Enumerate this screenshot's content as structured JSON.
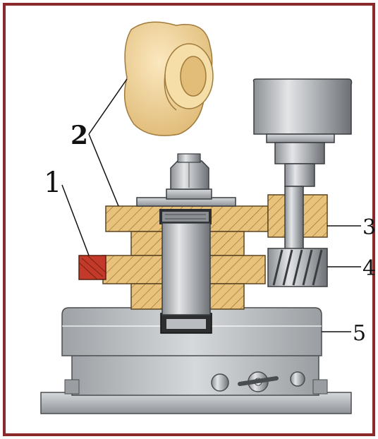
{
  "labels": {
    "l1": "1",
    "l2": "2",
    "l3": "3",
    "l4": "4",
    "l5": "5"
  },
  "colors": {
    "frame_border": "#8a2a2a",
    "wood": "#e8c27a",
    "wood_hatch": "#8a6a35",
    "steel_dark": "#6f7377",
    "steel_mid": "#a9adb1",
    "steel_light": "#d9dcdf",
    "red_block": "#c43a2a",
    "cream_part": "#f2d59a"
  }
}
